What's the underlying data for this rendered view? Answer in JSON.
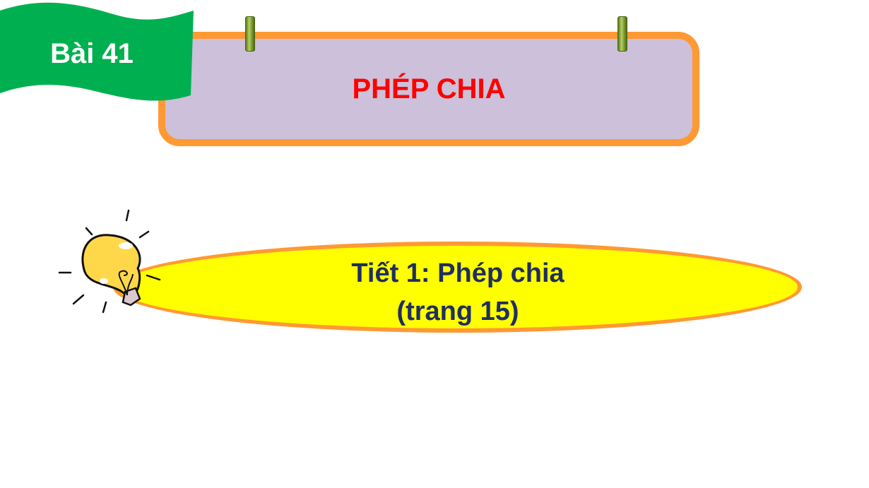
{
  "flag": {
    "label": "Bài 41",
    "color": "#00B050"
  },
  "title": {
    "text": "PHÉP CHIA",
    "color": "#FF0000"
  },
  "lesson": {
    "line1": "Tiết 1: Phép chia",
    "line2": "(trang 15)",
    "color": "#1F2F5F"
  },
  "colors": {
    "border": "#FF9933",
    "title_fill": "#CCC0DA",
    "pill_fill": "#FFFF00"
  }
}
